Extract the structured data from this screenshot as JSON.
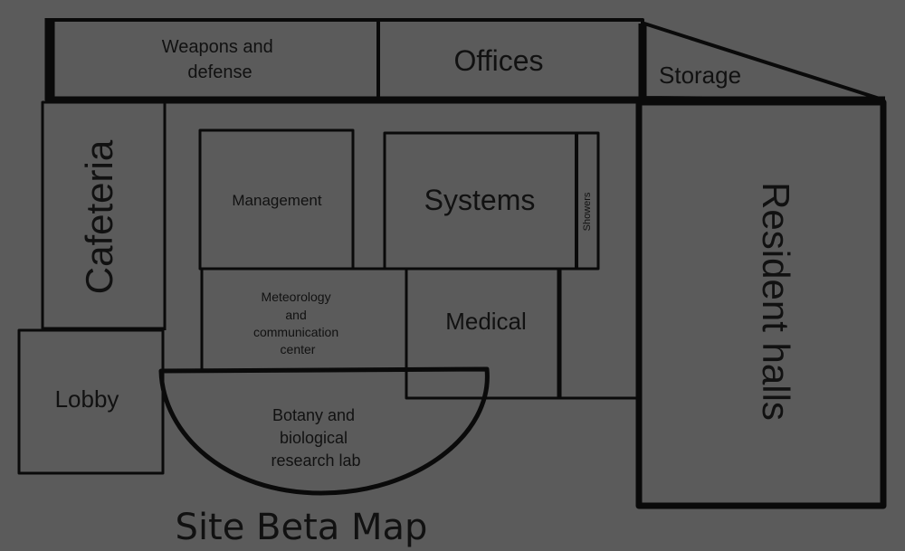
{
  "map": {
    "title": "Site Beta Map",
    "rooms": {
      "weapons": [
        "Weapons and",
        "defense"
      ],
      "offices": "Offices",
      "storage": "Storage",
      "cafeteria": "Cafeteria",
      "management": "Management",
      "systems": "Systems",
      "showers": "Showers",
      "meteorology": [
        "Meteorology",
        "and",
        "communication",
        "center"
      ],
      "medical": "Medical",
      "lobby": "Lobby",
      "botany": [
        "Botany and",
        "biological",
        "research lab"
      ],
      "resident": "Resident halls"
    },
    "colors": {
      "background": "#5b5b5b",
      "line": "#0a0a0a",
      "text": "#111111"
    }
  }
}
